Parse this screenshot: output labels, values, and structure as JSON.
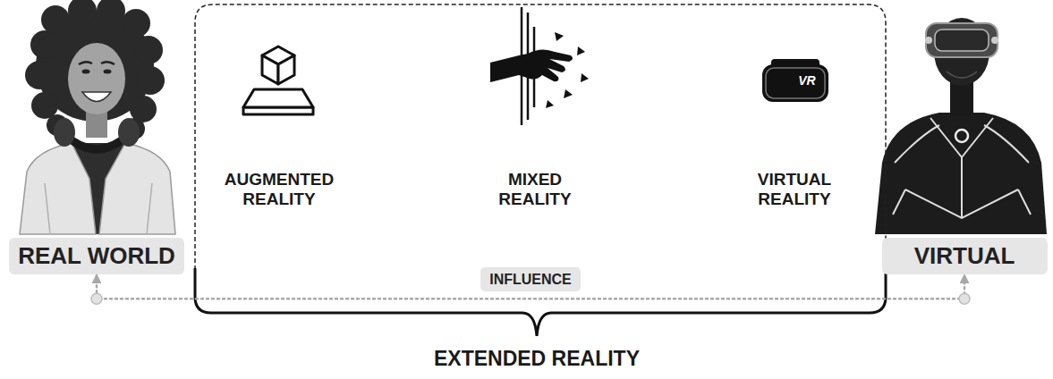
{
  "diagram": {
    "nodes": [
      {
        "text": [
          "REAL WORLD"
        ]
      },
      {
        "text": [
          "VIRTUAL"
        ]
      }
    ],
    "edges": [
      {
        "from": 0,
        "to": 1,
        "arrow": "both",
        "label": "INFLUENCE"
      }
    ],
    "labels": [
      "AUGMENTED REALITY",
      "MIXED REALITY",
      "VR",
      "VIRTUAL REALITY",
      "EXTENDED REALITY"
    ]
  }
}
